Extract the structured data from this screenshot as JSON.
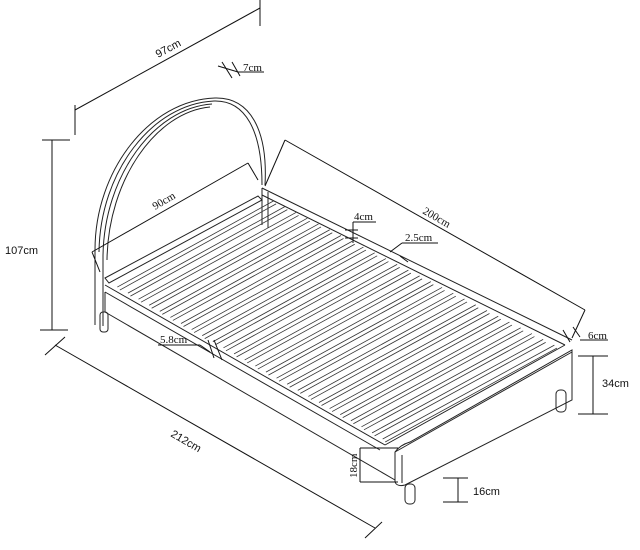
{
  "diagram": {
    "subject": "Single bed with arched headboard and slatted base — dimension drawing",
    "line_color": "#111111",
    "background": "#ffffff"
  },
  "dimensions": {
    "headboard_width": "97cm",
    "headboard_thickness": "7cm",
    "total_height": "107cm",
    "inner_width": "90cm",
    "inner_length": "200cm",
    "slat_thickness": "4cm",
    "slat_gap": "2.5cm",
    "side_rail_width": "6cm",
    "slat_width": "5.8cm",
    "base_height": "34cm",
    "total_length": "212cm",
    "frame_height": "18cm",
    "leg_height": "16cm"
  }
}
